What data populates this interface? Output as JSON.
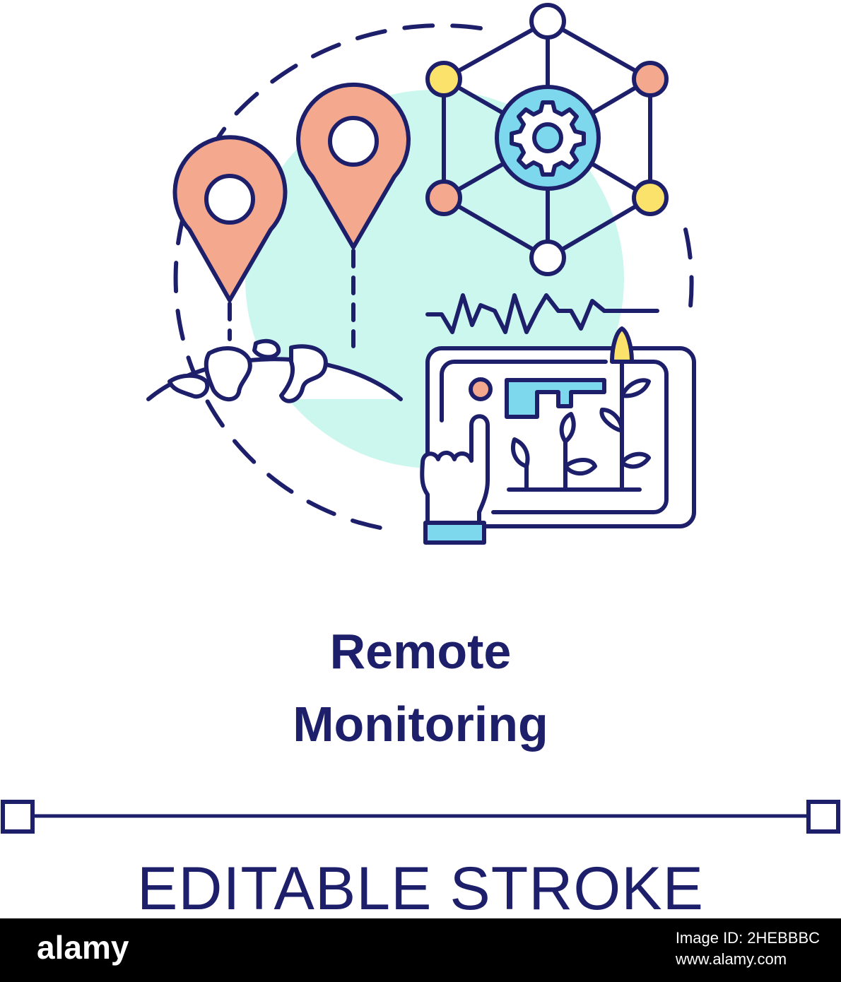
{
  "title": {
    "line1": "Remote",
    "line2": "Monitoring"
  },
  "caption": "EDITABLE STROKE",
  "footer": {
    "brand": "alamy",
    "image_id_label": "Image ID: 2HEBBBC",
    "site": "www.alamy.com"
  },
  "icons": [
    "location-pin-icon",
    "globe-icon",
    "network-gear-icon",
    "waveform-icon",
    "tablet-plant-icon",
    "pointing-hand-icon"
  ],
  "colors": {
    "outline": "#1e1f6b",
    "pin_fill": "#f4a98f",
    "aqua_fill": "#7dd8ee",
    "mint_background": "#ccf7ee",
    "yellow_node": "#fbe36b",
    "footer_background": "#000000"
  }
}
